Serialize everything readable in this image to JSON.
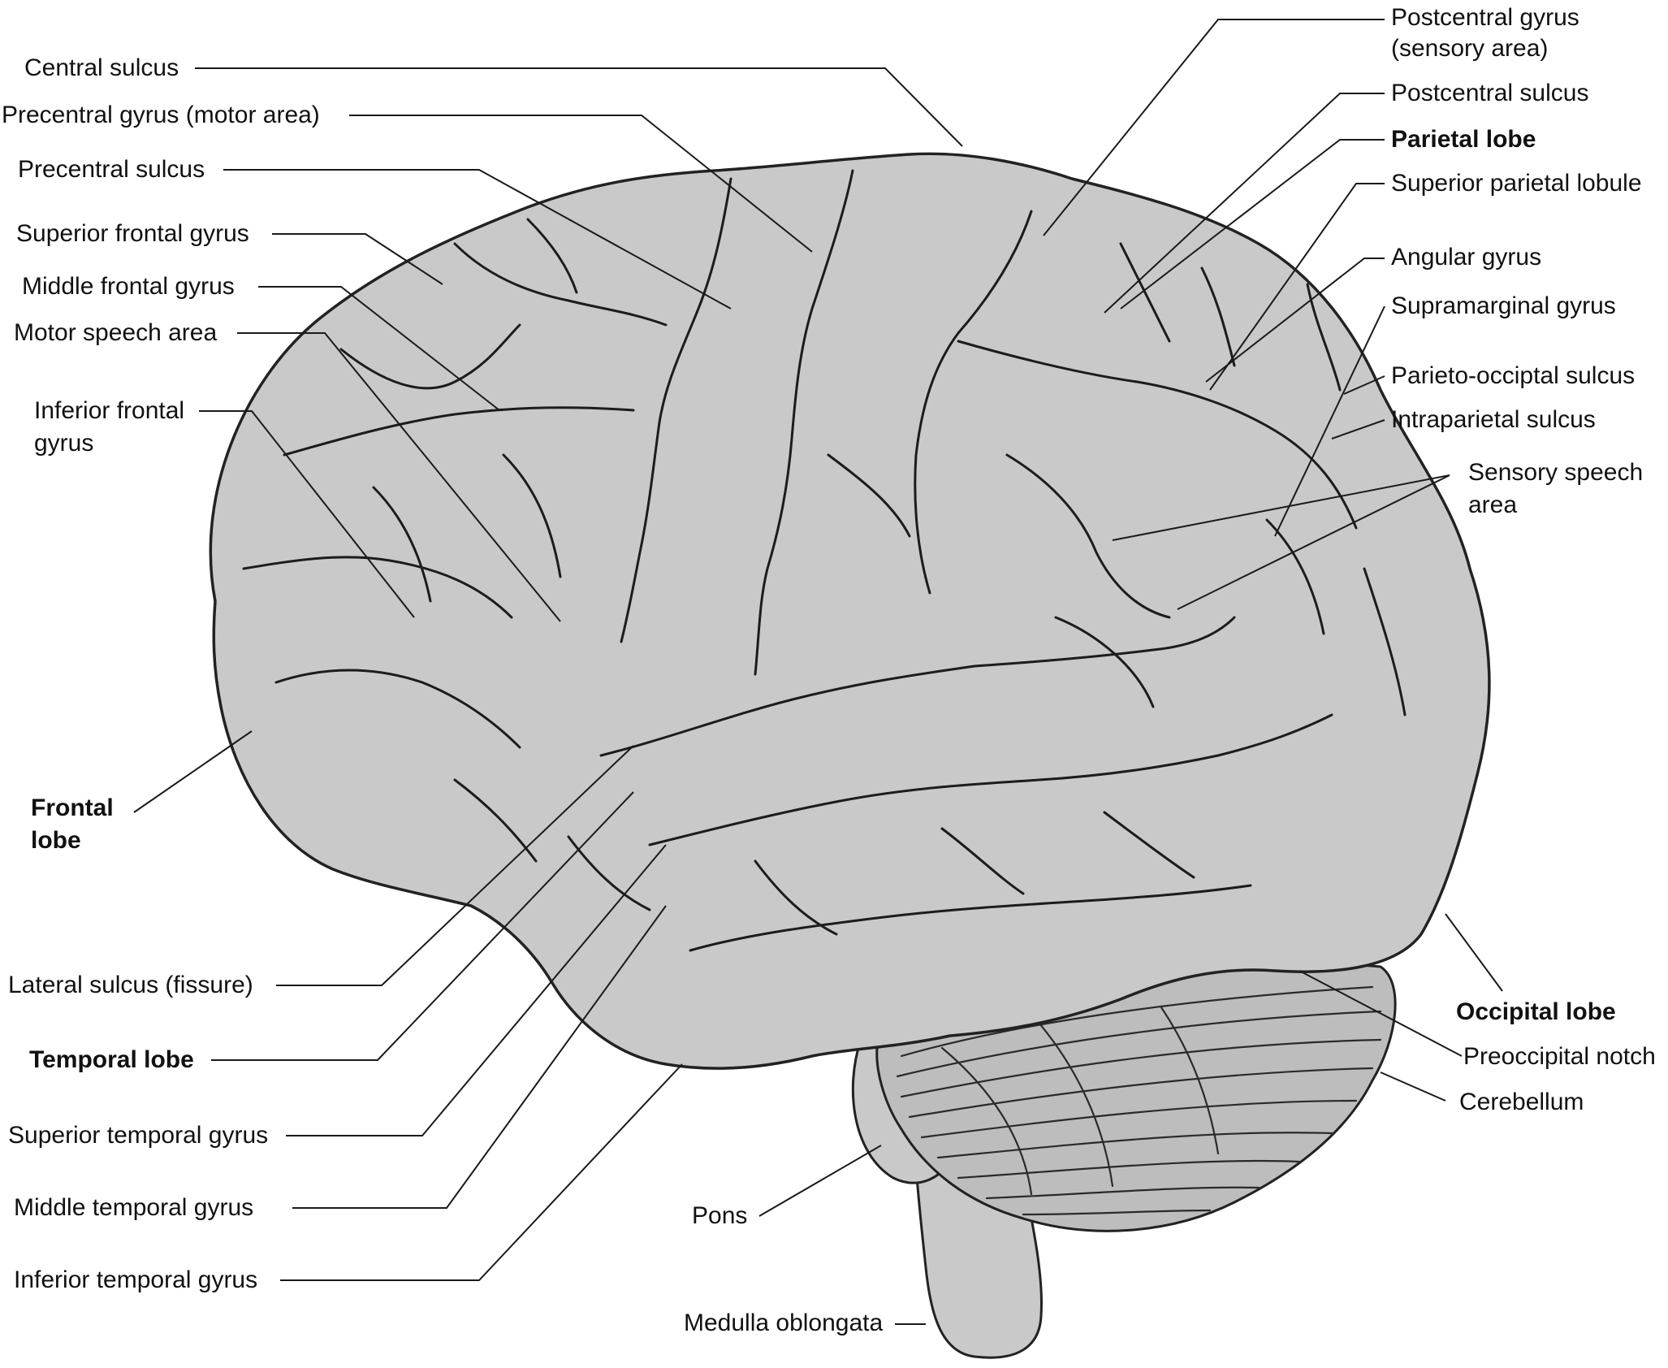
{
  "labels": {
    "central_sulcus": "Central sulcus",
    "precentral_gyrus": "Precentral gyrus (motor area)",
    "precentral_sulcus": "Precentral sulcus",
    "superior_frontal_gyrus": "Superior frontal gyrus",
    "middle_frontal_gyrus": "Middle frontal gyrus",
    "motor_speech_area": "Motor speech area",
    "inferior_frontal_gyrus_1": "Inferior frontal",
    "inferior_frontal_gyrus_2": "gyrus",
    "frontal_lobe_1": "Frontal",
    "frontal_lobe_2": "lobe",
    "lateral_sulcus": "Lateral sulcus (fissure)",
    "temporal_lobe": "Temporal lobe",
    "superior_temporal_gyrus": "Superior temporal gyrus",
    "middle_temporal_gyrus": "Middle temporal gyrus",
    "inferior_temporal_gyrus": "Inferior temporal gyrus",
    "postcentral_gyrus_1": "Postcentral gyrus",
    "postcentral_gyrus_2": "(sensory area)",
    "postcentral_sulcus": "Postcentral sulcus",
    "parietal_lobe": "Parietal lobe",
    "superior_parietal_lobule": "Superior parietal lobule",
    "angular_gyrus": "Angular gyrus",
    "supramarginal_gyrus": "Supramarginal gyrus",
    "parieto_occipital_sulcus": "Parieto-occiptal sulcus",
    "intraparietal_sulcus": "Intraparietal sulcus",
    "sensory_speech_area_1": "Sensory speech",
    "sensory_speech_area_2": "area",
    "occipital_lobe": "Occipital lobe",
    "preoccipital_notch": "Preoccipital notch",
    "cerebellum": "Cerebellum",
    "pons": "Pons",
    "medulla_oblongata": "Medulla oblongata"
  },
  "colors": {
    "cortex_fill": "#c9c9c9",
    "cortex_stroke": "#222222",
    "cerebellum_fill": "#bdbdbd",
    "text": "#111111"
  }
}
